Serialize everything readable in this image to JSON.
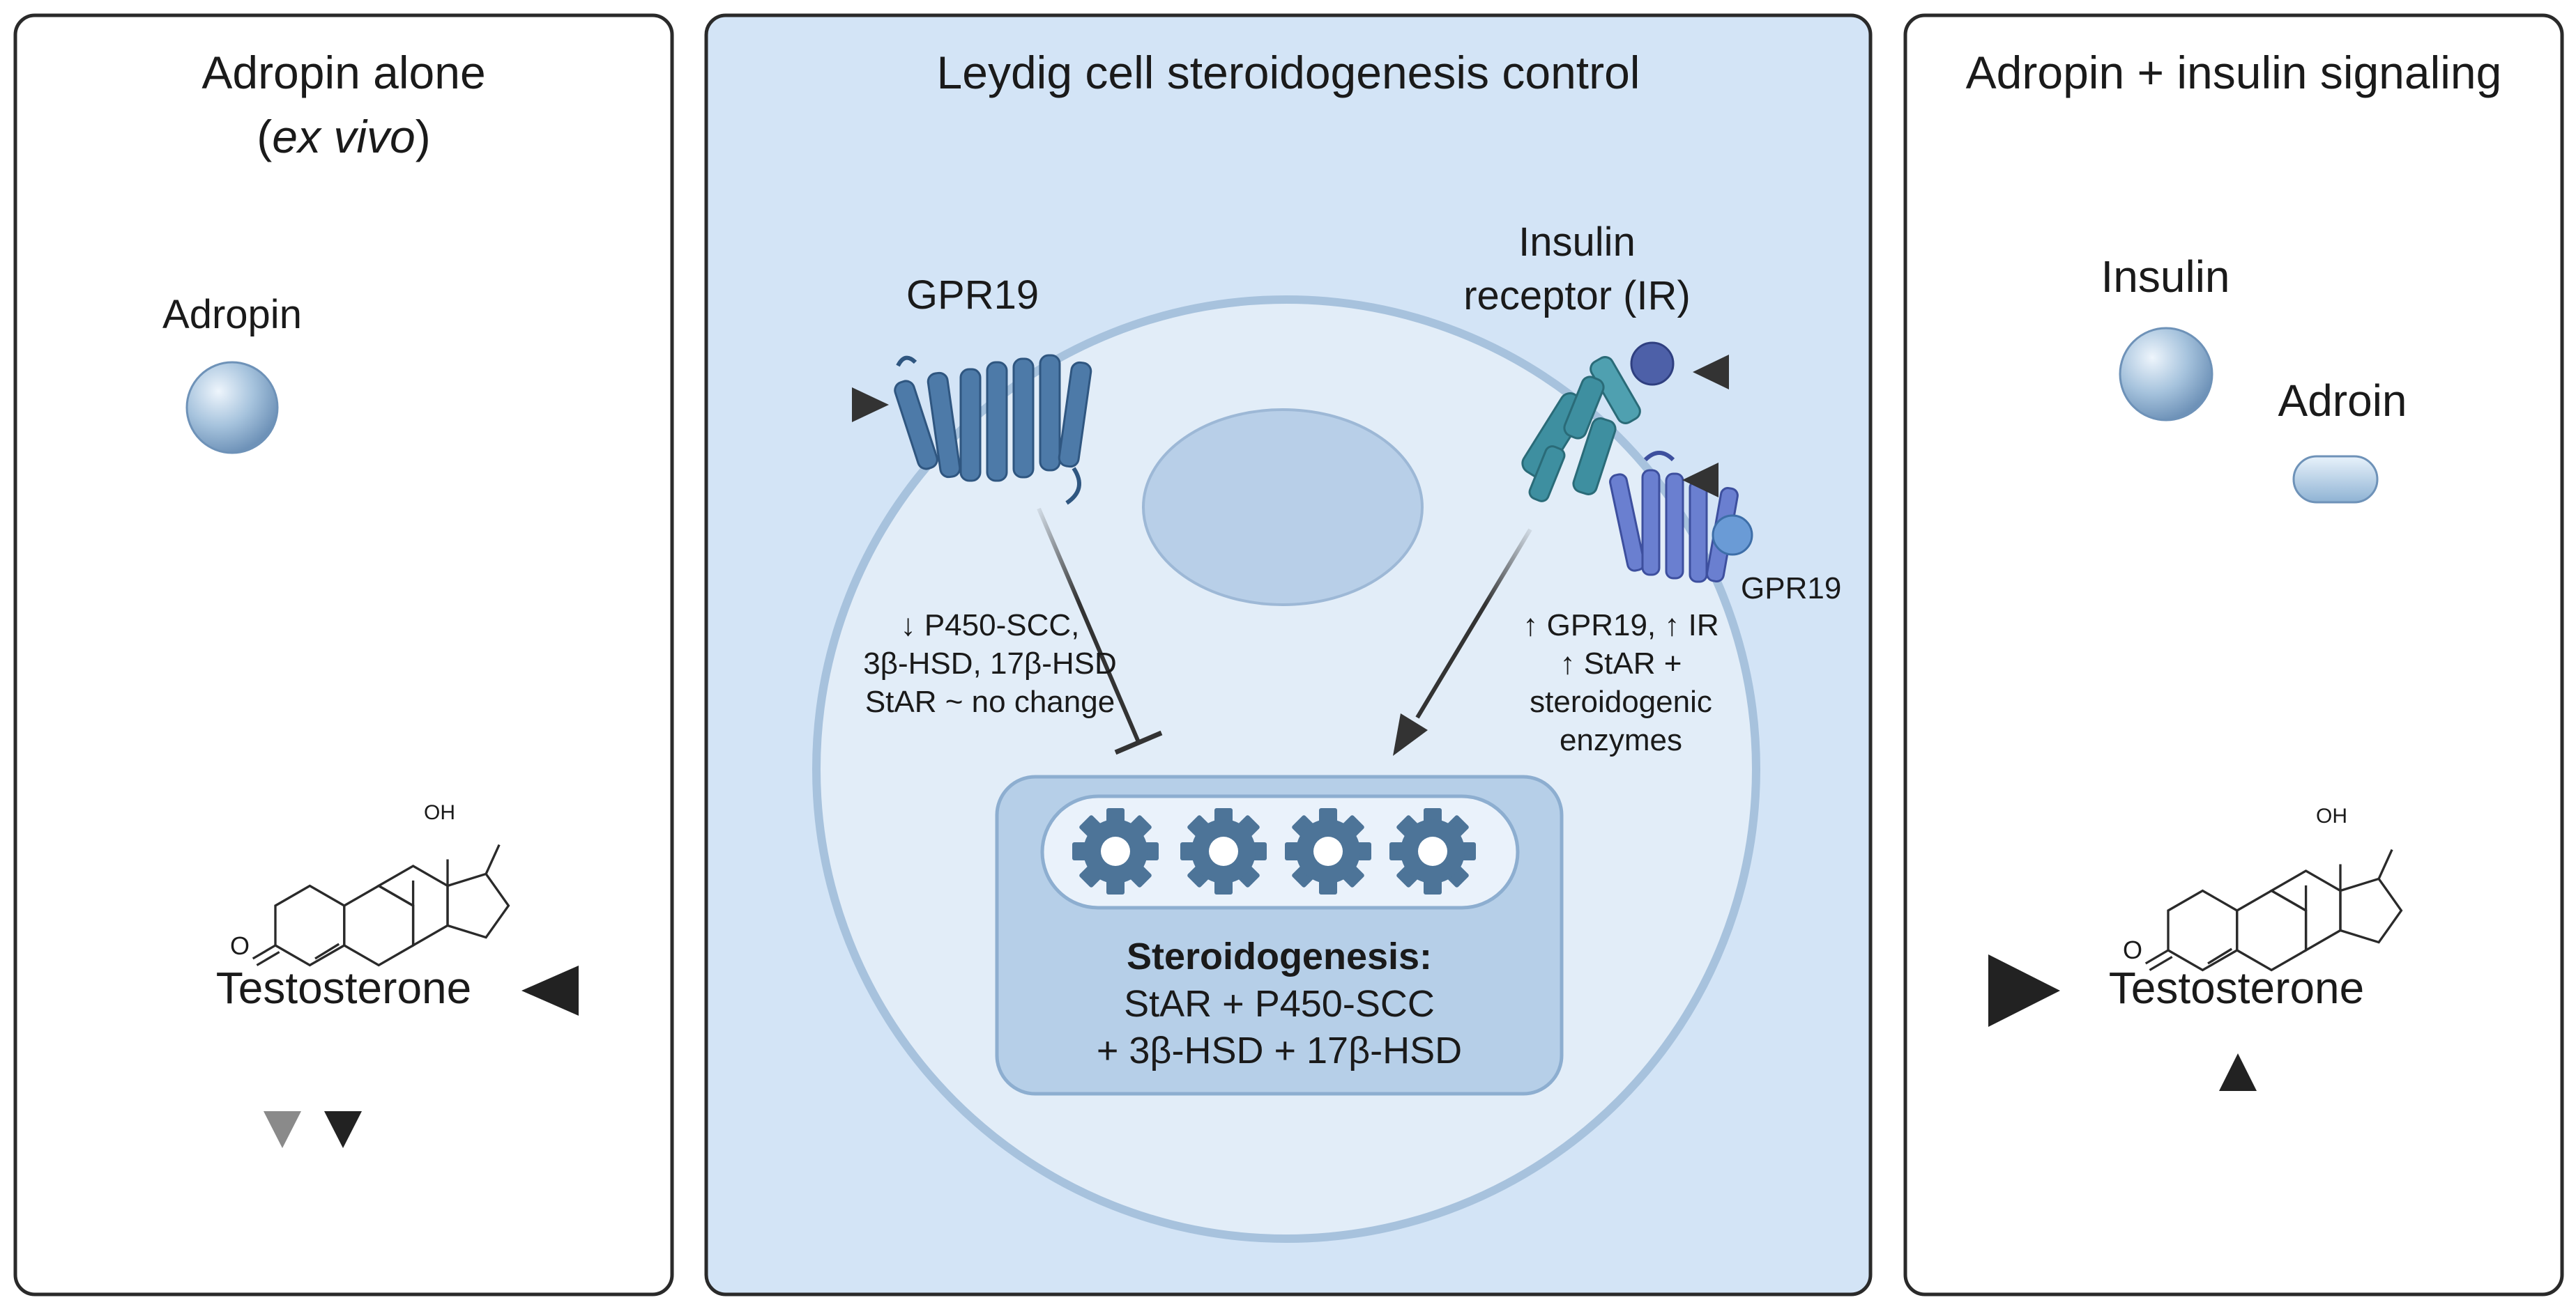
{
  "panels": {
    "left": {
      "title_line1": "Adropin alone",
      "title_line2_open": "(",
      "title_line2_italic": "ex vivo",
      "title_line2_close": ")"
    },
    "center": {
      "title": "Leydig cell steroidogenesis control"
    },
    "right": {
      "title": "Adropin + insulin signaling"
    }
  },
  "left": {
    "ligand_label": "Adropin",
    "product_label": "Testosterone",
    "effect_arrows": "decrease"
  },
  "center": {
    "gpr19_label": "GPR19",
    "ir_label_line1": "Insulin",
    "ir_label_line2": "receptor (IR)",
    "gpr19_effect_lines": [
      "↓ P450-SCC,",
      "3β-HSD, 17β-HSD",
      "StAR ~ no change"
    ],
    "ir_effect_lines": [
      "↑ GPR19, ↑ IR",
      "↑ StAR +",
      "steroidogenic",
      "enzymes"
    ],
    "gpr19_secondary_label": "GPR19",
    "steroidogenesis_title": "Steroidogenesis:",
    "steroidogenesis_line1": "StAR + P450-SCC",
    "steroidogenesis_line2": "+ 3β-HSD + 17β-HSD",
    "gear_icons": [
      "gear-icon",
      "gear-icon",
      "gear-icon",
      "gear-icon"
    ]
  },
  "right": {
    "insulin_label": "Insulin",
    "adropin_label": "Adroin",
    "product_label": "Testosterone",
    "molecule_oh_label": "OH",
    "molecule_o_label": "O",
    "effect_arrows": "increase"
  },
  "molecule_labels": {
    "oh": "OH",
    "o": "O"
  },
  "colors": {
    "center_bg": "#d3e4f6",
    "cell_fill": "#e2edf8",
    "gear": "#4d7498",
    "gpr19": "#4d7aa8",
    "ir": "#3e8fa0",
    "ligand": "#a6c3dd"
  }
}
